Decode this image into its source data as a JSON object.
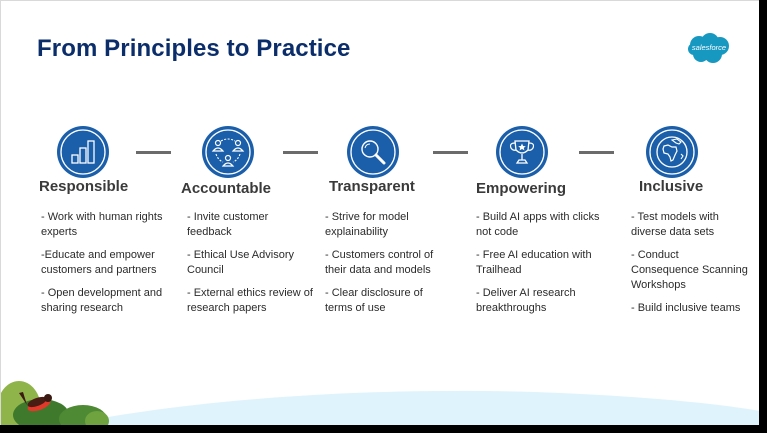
{
  "slide": {
    "title": "From Principles to Practice",
    "logo": {
      "text": "salesforce",
      "color": "#1798c1"
    },
    "accent_color": "#1b5faa",
    "title_color": "#0b2e6b",
    "pillars": [
      {
        "name": "Responsible",
        "icon": "bar-chart-icon",
        "items": [
          "- Work with human rights experts",
          "-Educate and empower customers and partners",
          "- Open development and sharing research"
        ]
      },
      {
        "name": "Accountable",
        "icon": "people-network-icon",
        "items": [
          "- Invite customer feedback",
          "- Ethical Use Advisory Council",
          "- External ethics review of research papers"
        ]
      },
      {
        "name": "Transparent",
        "icon": "magnifier-icon",
        "items": [
          "- Strive for model explainability",
          "- Customers control of their data and models",
          "- Clear disclosure of terms of use"
        ]
      },
      {
        "name": "Empowering",
        "icon": "trophy-icon",
        "items": [
          "- Build AI apps with clicks not code",
          "- Free AI education with Trailhead",
          "- Deliver AI research breakthroughs"
        ]
      },
      {
        "name": "Inclusive",
        "icon": "globe-icon",
        "items": [
          "- Test models with diverse data sets",
          "- Conduct Consequence Scanning Workshops",
          "- Build inclusive teams"
        ]
      }
    ]
  }
}
